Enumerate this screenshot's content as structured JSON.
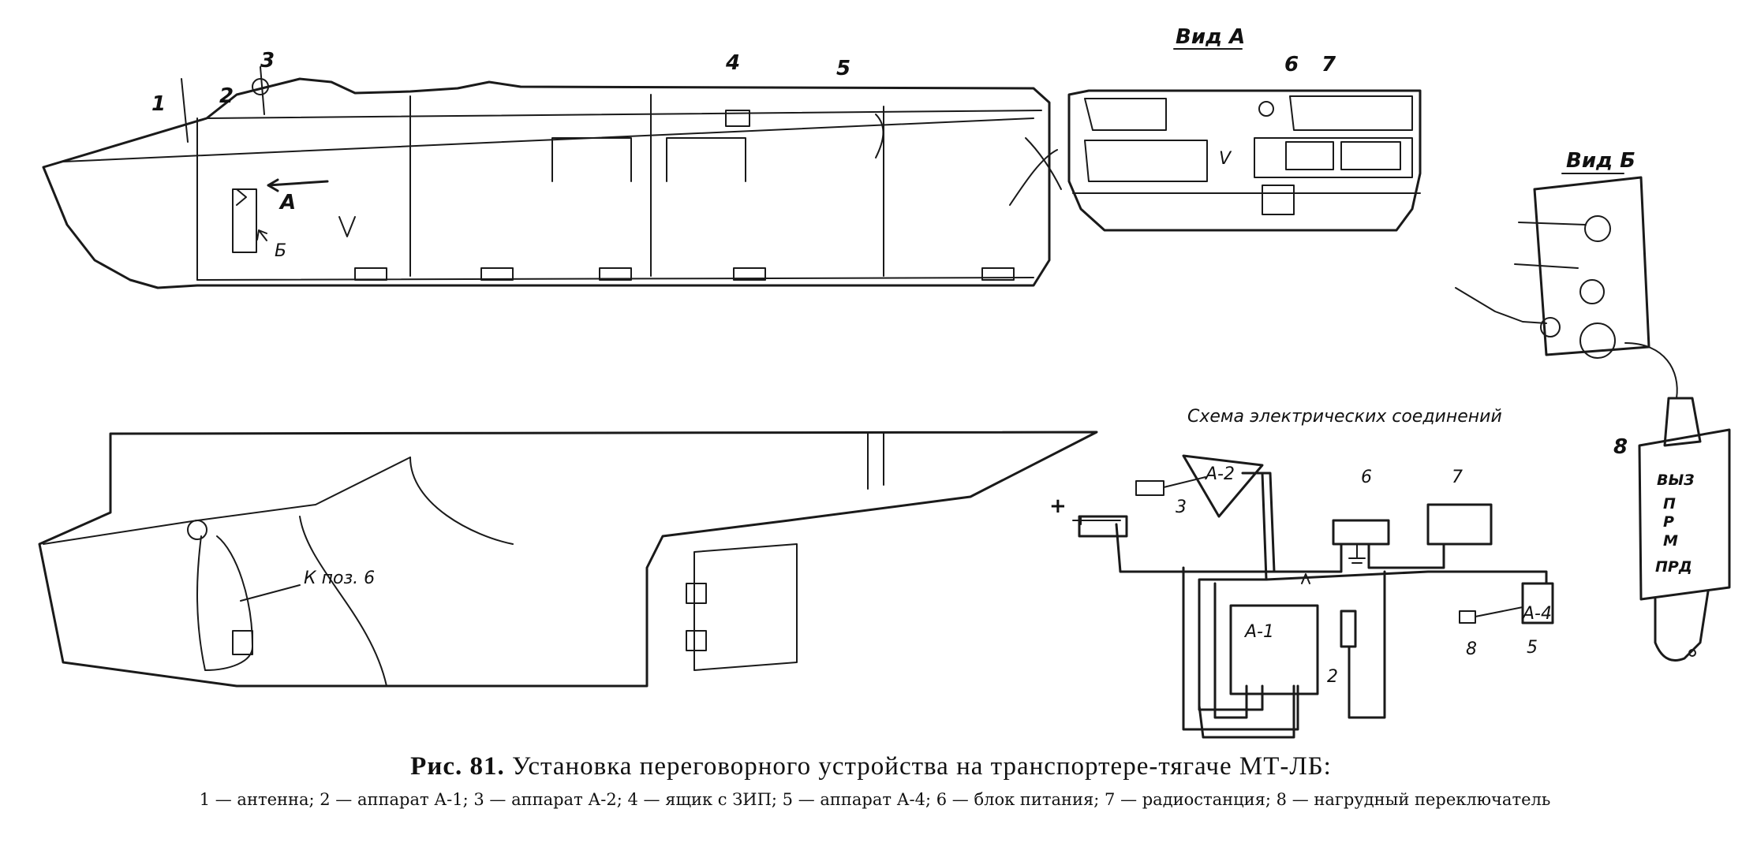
{
  "figure": {
    "view_a_title": "Вид А",
    "view_b_title": "Вид Б",
    "schema_title": "Схема электрических соединений",
    "arrow_a": "А",
    "arrow_b": "Б",
    "view_a_mark": "V",
    "hull_callouts": [
      "1",
      "2",
      "3",
      "4",
      "5"
    ],
    "view_a_callouts": [
      "6",
      "7"
    ],
    "view_b_callout": "8",
    "switch_labels": [
      "ВЫЗ",
      "П",
      "Р",
      "М",
      "ПРД"
    ],
    "lower_label": "К поз. 6",
    "schema": {
      "plus": "+",
      "a2": "А-2",
      "a1": "А-1",
      "a4": "А-4",
      "n3": "3",
      "n6": "6",
      "n7": "7",
      "n2": "2",
      "n8": "8",
      "n5": "5"
    }
  },
  "caption": {
    "prefix": "Рис. 81.",
    "title": "Установка переговорного устройства на транспортере-тягаче МТ-ЛБ:",
    "legend": "1 — антенна; 2 — аппарат А-1; 3 — аппарат А-2; 4 — ящик с ЗИП; 5 — аппарат А-4; 6 — блок питания; 7 — радиостанция; 8 — нагрудный переключатель"
  }
}
